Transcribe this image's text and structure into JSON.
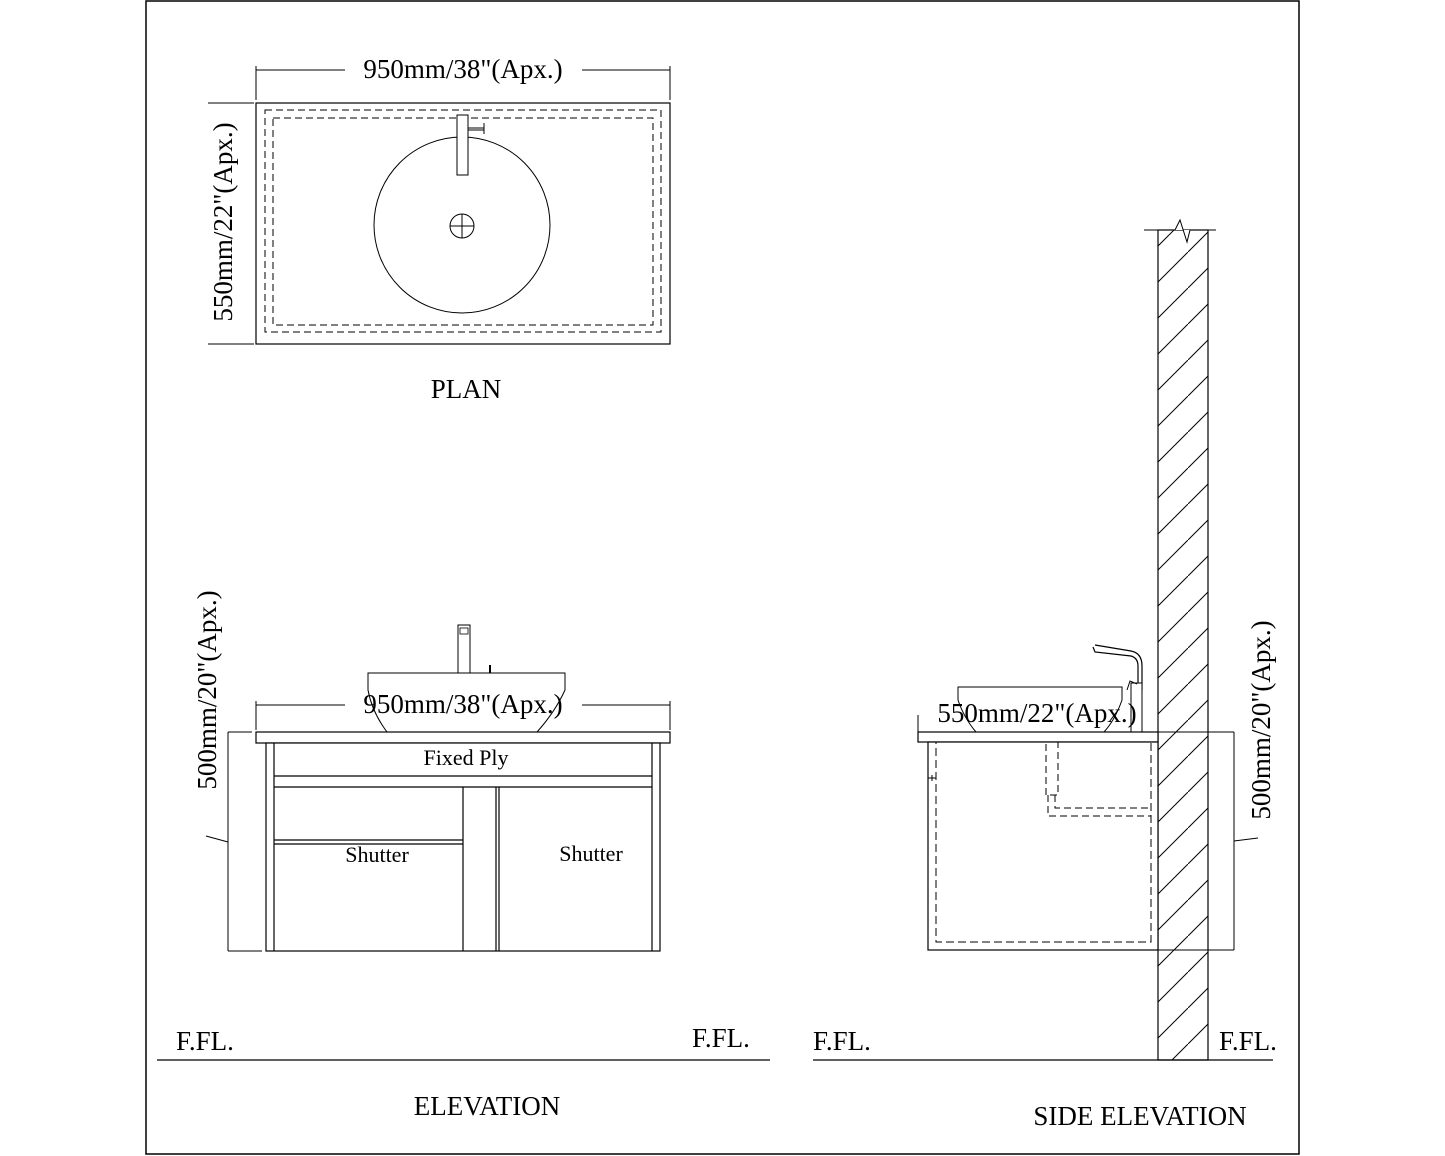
{
  "drawing": {
    "frame": {
      "stroke": "#000000",
      "background": "#ffffff"
    },
    "plan": {
      "title": "PLAN",
      "width_dim": "950mm/38\"(Apx.)",
      "depth_dim": "550mm/22\"(Apx.)"
    },
    "elevation": {
      "title": "ELEVATION",
      "width_dim": "950mm/38\"(Apx.)",
      "height_dim": "500mm/20\"(Apx.)",
      "labels": {
        "fixed_ply": "Fixed Ply",
        "shutter_left": "Shutter",
        "shutter_right": "Shutter"
      },
      "floor_left": "F.FL.",
      "floor_right": "F.FL."
    },
    "side_elevation": {
      "title": "SIDE ELEVATION",
      "depth_dim": "550mm/22\"(Apx.)",
      "height_dim": "500mm/20\"(Apx.)",
      "floor_left": "F.FL.",
      "floor_right": "F.FL."
    }
  }
}
